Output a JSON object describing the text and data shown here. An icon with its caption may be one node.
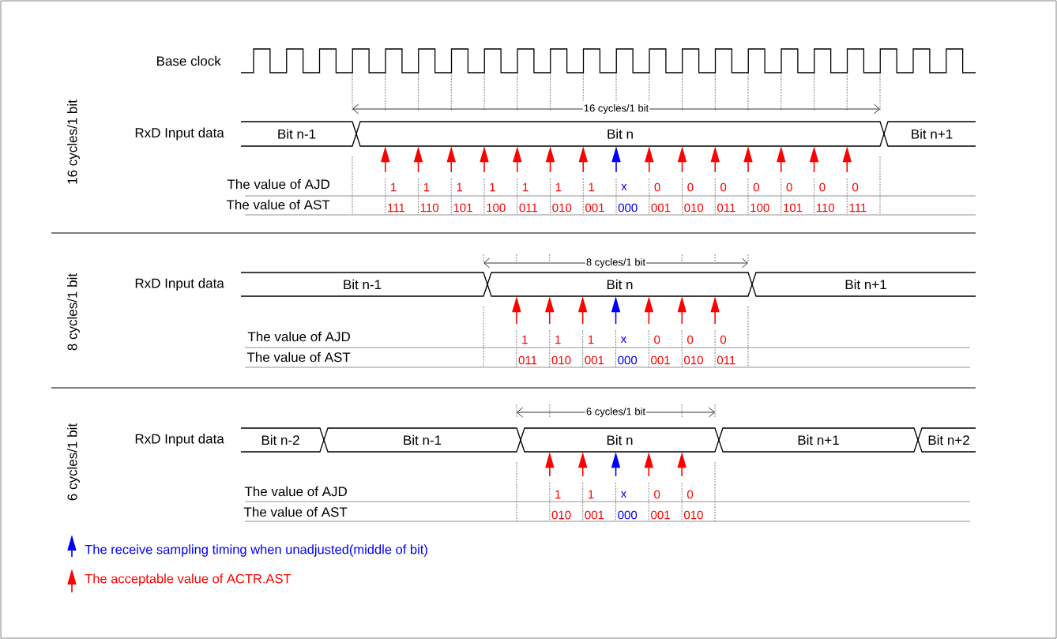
{
  "diagram": {
    "nodes": [
      {
        "text": [
          "Bit n-1"
        ]
      },
      {
        "text": [
          "Bit n"
        ]
      },
      {
        "text": [
          "Bit n+1"
        ]
      },
      {
        "text": [
          "Bit n-1"
        ]
      },
      {
        "text": [
          "Bit n"
        ]
      },
      {
        "text": [
          "Bit n+1"
        ]
      },
      {
        "text": [
          "Bit n-2"
        ]
      },
      {
        "text": [
          "Bit n-1"
        ]
      },
      {
        "text": [
          "Bit n"
        ]
      },
      {
        "text": [
          "Bit n+1"
        ]
      },
      {
        "text": [
          "Bit n+2"
        ]
      }
    ],
    "edges": [
      {
        "from": null,
        "to": 1,
        "arrow": "to"
      },
      {
        "from": null,
        "to": 1,
        "arrow": "to"
      },
      {
        "from": null,
        "to": 1,
        "arrow": "to"
      },
      {
        "from": null,
        "to": 1,
        "arrow": "to"
      },
      {
        "from": null,
        "to": 1,
        "arrow": "to"
      },
      {
        "from": null,
        "to": 1,
        "arrow": "to"
      },
      {
        "from": null,
        "to": 1,
        "arrow": "to"
      },
      {
        "from": null,
        "to": 1,
        "arrow": "to",
        "color": "#0000ff"
      },
      {
        "from": null,
        "to": 1,
        "arrow": "to"
      },
      {
        "from": null,
        "to": 1,
        "arrow": "to"
      },
      {
        "from": null,
        "to": 1,
        "arrow": "to"
      },
      {
        "from": null,
        "to": 1,
        "arrow": "to"
      },
      {
        "from": null,
        "to": 1,
        "arrow": "to"
      },
      {
        "from": null,
        "to": 1,
        "arrow": "to"
      },
      {
        "from": null,
        "to": 1,
        "arrow": "to"
      },
      {
        "from": null,
        "to": 4,
        "arrow": "to"
      },
      {
        "from": null,
        "to": 4,
        "arrow": "to"
      },
      {
        "from": null,
        "to": 4,
        "arrow": "to"
      },
      {
        "from": null,
        "to": 4,
        "arrow": "to",
        "color": "#0000ff"
      },
      {
        "from": null,
        "to": 4,
        "arrow": "to"
      },
      {
        "from": null,
        "to": 4,
        "arrow": "to"
      },
      {
        "from": null,
        "to": 4,
        "arrow": "to"
      },
      {
        "from": null,
        "to": 8,
        "arrow": "to"
      },
      {
        "from": null,
        "to": 8,
        "arrow": "to"
      },
      {
        "from": null,
        "to": 8,
        "arrow": "to",
        "color": "#0000ff"
      },
      {
        "from": null,
        "to": 8,
        "arrow": "to"
      },
      {
        "from": null,
        "to": 8,
        "arrow": "to"
      }
    ],
    "labels": [
      "16 cycles/1 bit",
      "Base clock",
      "16 cycles/1 bit",
      "RxD Input data",
      "The value of AJD",
      "1",
      "1",
      "1",
      "1",
      "1",
      "1",
      "1",
      "x",
      "0",
      "0",
      "0",
      "0",
      "0",
      "0",
      "0",
      "The value of AST",
      "111",
      "110",
      "101",
      "100",
      "011",
      "010",
      "001",
      "000",
      "001",
      "010",
      "011",
      "100",
      "101",
      "110",
      "111",
      "8 cycles/1 bit",
      "8 cycles/1 bit",
      "RxD Input data",
      "The value of AJD",
      "1",
      "1",
      "1",
      "x",
      "0",
      "0",
      "0",
      "The value of AST",
      "011",
      "010",
      "001",
      "000",
      "001",
      "010",
      "011",
      "6 cycles/1 bit",
      "6 cycles/1 bit",
      "RxD Input data",
      "The value of AJD",
      "1",
      "1",
      "x",
      "0",
      "0",
      "The value of AST",
      "010",
      "001",
      "000",
      "001",
      "010"
    ],
    "legend": [
      {
        "text": "The receive sampling timing when unadjusted(middle of bit)"
      },
      {
        "text": "The acceptable value of ACTR.AST"
      }
    ]
  }
}
